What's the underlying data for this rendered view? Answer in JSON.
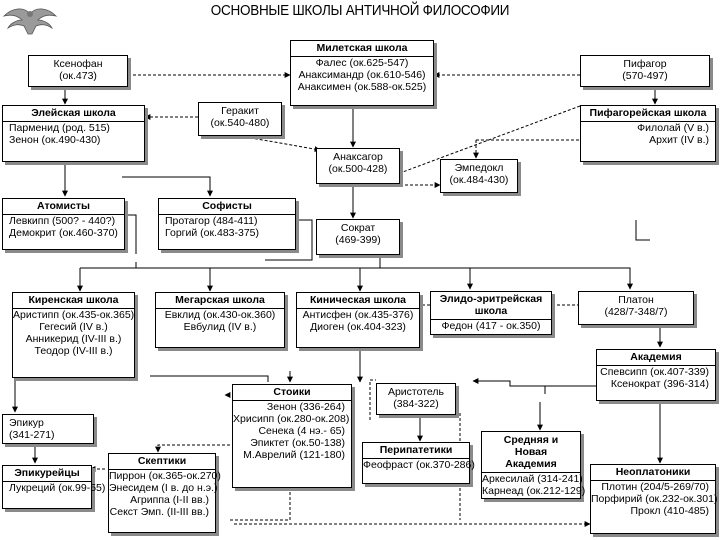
{
  "title": "ОСНОВНЫЕ ШКОЛЫ АНТИЧНОЙ ФИЛОСОФИИ",
  "boxes": {
    "miletus": {
      "head": "Милетская школа",
      "lines": [
        "Фалес (ок.625-547)",
        "Анаксимандр (ок.610-546)",
        "Анаксимен (ок.588-ок.525)"
      ]
    },
    "xenophanes": {
      "lines": [
        "Ксенофан",
        "(ок.473)"
      ]
    },
    "pythagoras": {
      "lines": [
        "Пифагор",
        "(570-497)"
      ]
    },
    "eleatic": {
      "head": "Элейская школа",
      "lines": [
        "Парменид (род. 515)",
        "Зенон (ок.490-430)"
      ]
    },
    "heraclitus": {
      "lines": [
        "Геракит",
        "(ок.540-480)"
      ]
    },
    "pythagorean": {
      "head": "Пифагорейская школа",
      "lines": [
        "Филолай (V в.)",
        "Архит (IV в.)"
      ]
    },
    "anaxagoras": {
      "lines": [
        "Анаксагор",
        "(ок.500-428)"
      ]
    },
    "empedocles": {
      "lines": [
        "Эмпедокл",
        "(ок.484-430)"
      ]
    },
    "atomists": {
      "head": "Атомисты",
      "lines": [
        "Левкипп (500? - 440?)",
        "Демокрит (ок.460-370)"
      ]
    },
    "sophists": {
      "head": "Софисты",
      "lines": [
        "Протагор (484-411)",
        "Горгий (ок.483-375)"
      ]
    },
    "socrates": {
      "lines": [
        "Сократ",
        "(469-399)"
      ]
    },
    "cyrenaic": {
      "head": "Киренская школа",
      "lines": [
        "Аристипп (ок.435-ок.365)",
        "Гегесий (IV в.)",
        "Анникерид (IV-III в.)",
        "Теодор (IV-III в.)"
      ]
    },
    "megarian": {
      "head": "Мегарская школа",
      "lines": [
        "Евклид (ок.430-ок.360)",
        "Евбулид (IV в.)"
      ]
    },
    "cynic": {
      "head": "Киническая школа",
      "lines": [
        "Антисфен (ок.435-376)",
        "Диоген (ок.404-323)"
      ]
    },
    "elis": {
      "head": "Элидо-эритрейская школа",
      "lines": [
        "Федон (417 - ок.350)"
      ]
    },
    "plato": {
      "lines": [
        "Платон",
        "(428/7-348/7)"
      ]
    },
    "academy": {
      "head": "Академия",
      "lines": [
        "Спевсипп (ок.407-339)",
        "Ксенократ (396-314)"
      ]
    },
    "aristotle": {
      "lines": [
        "Аристотель",
        "(384-322)"
      ]
    },
    "stoics": {
      "head": "Стоики",
      "lines": [
        "Зенон (336-264)",
        "Хрисипп (ок.280-ок.208)",
        "Сенека (4 нэ.- 65)",
        "Эпиктет (ок.50-138)",
        "М.Аврелий (121-180)"
      ]
    },
    "epicurus": {
      "lines": [
        "Эпикур",
        "(341-271)"
      ]
    },
    "epicureans": {
      "head": "Эпикурейцы",
      "lines": [
        "Лукреций (ок.99-55)"
      ]
    },
    "skeptics": {
      "head": "Скептики",
      "lines": [
        "Пиррон (ок.365-ок.270)",
        "Энесидем (I в. до н.э.)",
        "Агриппа (I-II вв.)",
        "Секст Эмп. (II-III вв.)"
      ]
    },
    "peripatetics": {
      "head": "Перипатетики",
      "lines": [
        "Феофраст (ок.370-286)"
      ]
    },
    "middle_new": {
      "head": "Средняя и Новая Академия",
      "lines": [
        "Аркесилай (314-241)",
        "Карнеад (ок.212-129)"
      ]
    },
    "neoplatonists": {
      "head": "Неоплатоники",
      "lines": [
        "Плотин (204/5-269/70)",
        "Порфирий (ок.232-ок.301)",
        "Прокл (410-485)"
      ]
    }
  }
}
